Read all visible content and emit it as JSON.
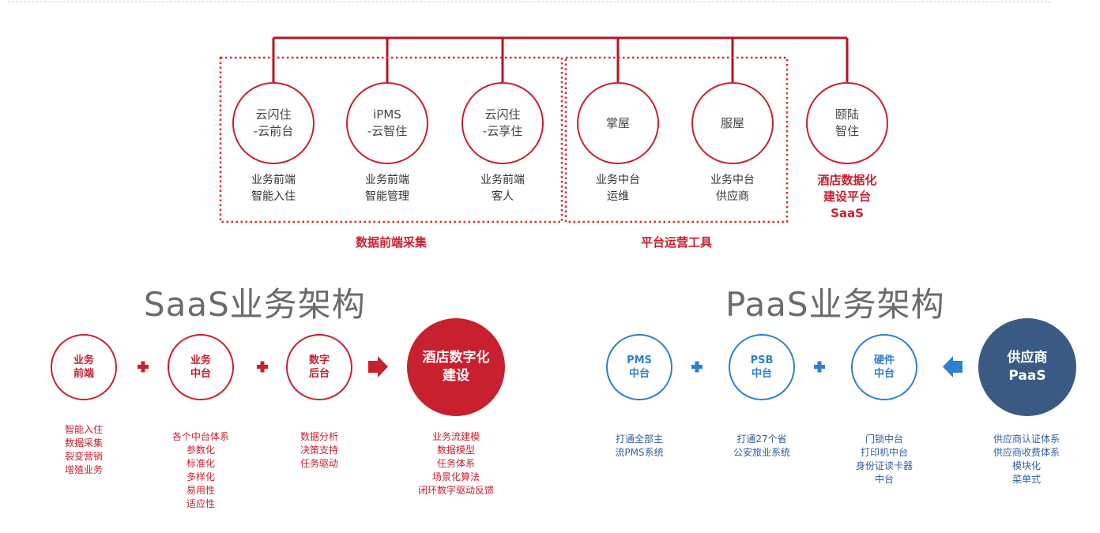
{
  "top": {
    "nodes": [
      {
        "circle": "云闪住\n-云前台",
        "desc": "业务前端\n智能入住"
      },
      {
        "circle": "iPMS\n-云智住",
        "desc": "业务前端\n智能管理"
      },
      {
        "circle": "云闪住\n-云享住",
        "desc": "业务前端\n客人"
      },
      {
        "circle": "掌屋",
        "desc": "业务中台\n运维"
      },
      {
        "circle": "服屋",
        "desc": "业务中台\n供应商"
      },
      {
        "circle": "颐陆\n智住",
        "desc": "酒店数据化\n建设平台\nSaaS"
      }
    ],
    "group_left_label": "数据前端采集",
    "group_right_label": "平台运营工具"
  },
  "saas": {
    "title": "SaaS业务架构",
    "nodes": [
      {
        "circle": "业务\n前端",
        "list": "智能入住\n数据采集\n裂变营销\n增殖业务"
      },
      {
        "circle": "业务\n中台",
        "list": "各个中台体系\n参数化\n标准化\n多样化\n易用性\n适应性"
      },
      {
        "circle": "数字\n后台",
        "list": "数据分析\n决策支持\n任务驱动"
      }
    ],
    "result": {
      "circle": "酒店数字化\n建设",
      "list": "业务流建模\n数据模型\n任务体系\n场景化算法\n闭环数字驱动反馈"
    }
  },
  "paas": {
    "title": "PaaS业务架构",
    "nodes": [
      {
        "circle": "PMS\n中台",
        "list": "打通全部主\n流PMS系统"
      },
      {
        "circle": "PSB\n中台",
        "list": "打通27个省\n公安旅业系统"
      },
      {
        "circle": "硬件\n中台",
        "list": "门锁中台\n打印机中台\n身份证读卡器\n中台"
      }
    ],
    "source": {
      "circle": "供应商\nPaaS",
      "list": "供应商认证体系\n供应商收费体系\n模块化\n菜单式"
    }
  },
  "colors": {
    "red": "#c8202f",
    "blue": "#2f7fcb",
    "navy": "#3b5a83"
  }
}
